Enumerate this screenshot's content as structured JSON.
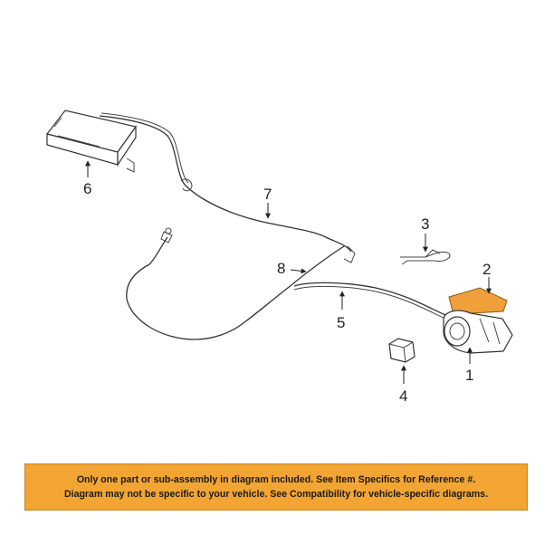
{
  "callouts": [
    "1",
    "2",
    "3",
    "4",
    "5",
    "6",
    "7",
    "8"
  ],
  "colors": {
    "banner": "#f3a533",
    "highlight_part": "#f0a03a"
  },
  "banner": {
    "line1": "Only one part or sub-assembly in diagram included. See Item Specifics for Reference #.",
    "line2": "Diagram may not be specific to your vehicle. See Compatibility for vehicle-specific diagrams."
  }
}
